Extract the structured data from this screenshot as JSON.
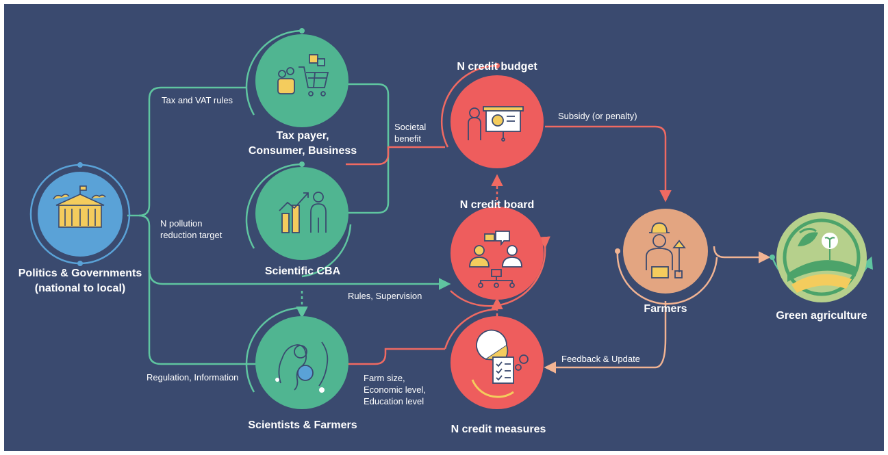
{
  "nodes": {
    "politics": {
      "line1": "Politics & Governments",
      "line2": "(national to local)"
    },
    "taxpayer": {
      "line1": "Tax payer,",
      "line2": "Consumer, Business"
    },
    "cba": {
      "label": "Scientific CBA"
    },
    "scientists": {
      "label": "Scientists & Farmers"
    },
    "budget": {
      "label": "N credit budget"
    },
    "board": {
      "label": "N credit board"
    },
    "measures": {
      "label": "N credit measures"
    },
    "farmers": {
      "label": "Farmers"
    },
    "green": {
      "label": "Green agriculture"
    }
  },
  "edges": {
    "tax_vat": "Tax and VAT rules",
    "n_pollution": {
      "line1": "N pollution",
      "line2": "reduction target"
    },
    "rules_supervision": "Rules, Supervision",
    "regulation_info": "Regulation, Information",
    "societal": {
      "line1": "Societal",
      "line2": "benefit"
    },
    "subsidy": "Subsidy (or penalty)",
    "farm_factors": {
      "line1": "Farm size,",
      "line2": "Economic level,",
      "line3": "Education level"
    },
    "feedback": "Feedback & Update"
  },
  "colors": {
    "background": "#3a4a6f",
    "politics_circle": "#5aa2d7",
    "green_node": "#50b591",
    "red_node": "#ee5d5d",
    "farmer_node": "#e3a581",
    "green_agri_node": "#b6d08c",
    "green_line": "#5fc5a0",
    "red_line": "#f06a62",
    "peach_line": "#f2b493",
    "icon_yellow": "#f4cc5d"
  },
  "icons": [
    "government-building-icon",
    "shopping-cart-people-icon",
    "growth-chart-icon",
    "thinking-heads-icon",
    "presentation-icon",
    "board-meeting-icon",
    "checklist-pie-icon",
    "farmer-icon",
    "green-field-icon"
  ]
}
